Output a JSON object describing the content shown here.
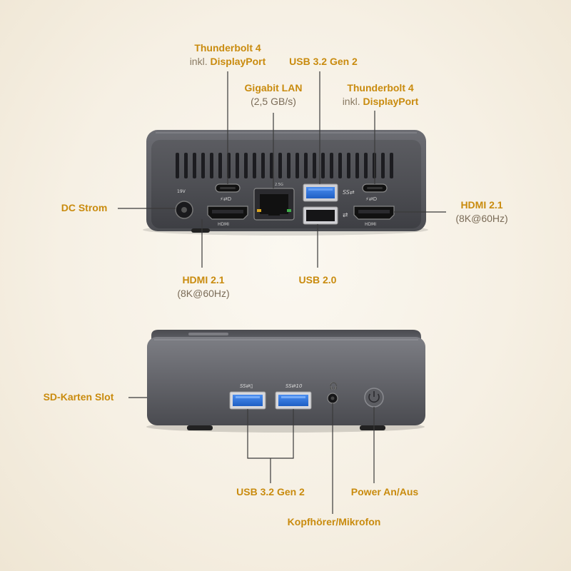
{
  "back_panel": {
    "labels": {
      "tb4_left": {
        "title": "Thunderbolt 4",
        "prefix": "inkl.",
        "sub": "DisplayPort"
      },
      "usb32_top": {
        "title": "USB 3.2 Gen 2"
      },
      "lan": {
        "title": "Gigabit LAN",
        "sub": "(2,5 GB/s)"
      },
      "tb4_right": {
        "title": "Thunderbolt 4",
        "prefix": "inkl.",
        "sub": "DisplayPort"
      },
      "dc": {
        "title": "DC Strom"
      },
      "hdmi_right": {
        "title": "HDMI 2.1",
        "sub": "(8K@60Hz)"
      },
      "hdmi_left": {
        "title": "HDMI 2.1",
        "sub": "(8K@60Hz)"
      },
      "usb20": {
        "title": "USB 2.0"
      }
    },
    "port_marks": {
      "hdmi": "HDMI",
      "volt": "19V",
      "lan_speed": "2.5G"
    }
  },
  "front_panel": {
    "labels": {
      "sd": {
        "title": "SD-Karten Slot"
      },
      "usb32": {
        "title": "USB 3.2 Gen 2"
      },
      "power": {
        "title": "Power An/Aus"
      },
      "audio": {
        "title": "Kopfhörer/Mikrofon"
      }
    }
  },
  "colors": {
    "accent": "#c98b0e",
    "sub_text": "#7a6b57",
    "device_body": "#55565c",
    "usb3_blue": "#2f73d8",
    "leader_line": "#3a3a3a"
  }
}
